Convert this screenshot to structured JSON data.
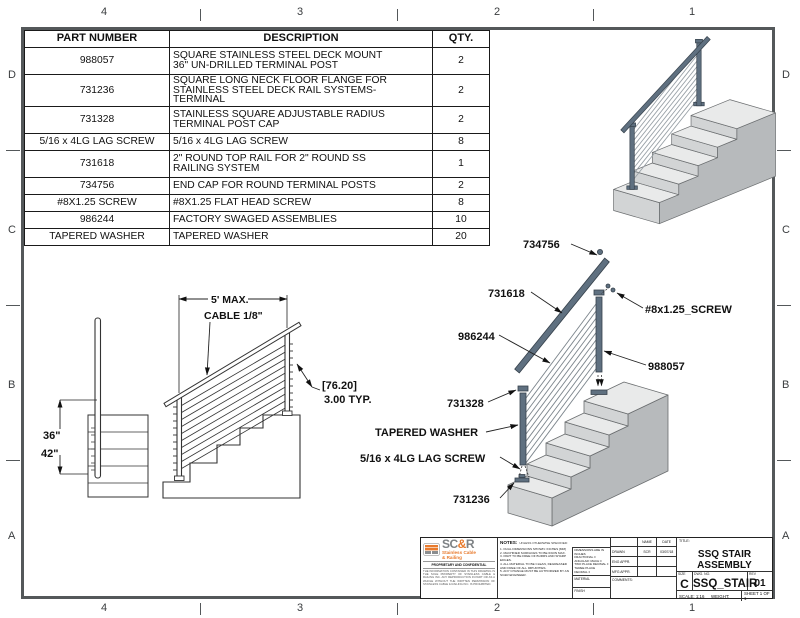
{
  "drawing": {
    "zone_cols": [
      "4",
      "3",
      "2",
      "1"
    ],
    "zone_rows": [
      "D",
      "C",
      "B",
      "A"
    ]
  },
  "parts_table": {
    "headers": {
      "part": "PART NUMBER",
      "desc": "DESCRIPTION",
      "qty": "QTY."
    },
    "rows": [
      {
        "part": "988057",
        "desc": "SQUARE STAINLESS STEEL DECK MOUNT\n36\" UN-DRILLED TERMINAL POST",
        "qty": "2"
      },
      {
        "part": "731236",
        "desc": "SQUARE LONG NECK FLOOR FLANGE FOR\nSTAINLESS STEEL DECK RAIL SYSTEMS-\nTERMINAL",
        "qty": "2"
      },
      {
        "part": "731328",
        "desc": "STAINLESS SQUARE ADJUSTABLE RADIUS\nTERMINAL POST CAP",
        "qty": "2"
      },
      {
        "part": "5/16 x 4LG LAG SCREW",
        "desc": "5/16 x 4LG LAG SCREW",
        "qty": "8"
      },
      {
        "part": "731618",
        "desc": "2\" ROUND TOP RAIL FOR 2\" ROUND SS\nRAILING SYSTEM",
        "qty": "1"
      },
      {
        "part": "734756",
        "desc": "END CAP FOR ROUND TERMINAL POSTS",
        "qty": "2"
      },
      {
        "part": "#8X1.25 SCREW",
        "desc": "#8X1.25 FLAT HEAD SCREW",
        "qty": "8"
      },
      {
        "part": "986244",
        "desc": "FACTORY SWAGED ASSEMBLIES",
        "qty": "10"
      },
      {
        "part": "TAPERED WASHER",
        "desc": "TAPERED WASHER",
        "qty": "20"
      }
    ]
  },
  "dimensions": {
    "width_max": "5' MAX.",
    "cable": "CABLE 1/8\"",
    "height_36": "36\"",
    "height_42": "42\"",
    "spacing_mm": "[76.20]",
    "spacing_in": "3.00  TYP."
  },
  "callouts": {
    "end_cap": "734756",
    "top_rail": "731618",
    "screw": "#8x1.25_SCREW",
    "swaged": "986244",
    "post": "988057",
    "post_cap": "731328",
    "washer": "TAPERED WASHER",
    "lag_screw": "5/16 x 4LG LAG SCREW",
    "flange": "731236"
  },
  "title_block": {
    "logo": {
      "brand_pre": "SC",
      "brand_amp": "&",
      "brand_post": "R",
      "sub1": "Stainless Cable",
      "sub2": "& Railing",
      "confidential": "PROPRIETARY AND CONFIDENTIAL",
      "legal": "THE INFORMATION CONTAINED IN THIS DRAWING IS THE SOLE PROPERTY OF STAINLESS CABLE & RAILING INC. ANY REPRODUCTION IN PART OR AS A WHOLE WITHOUT THE WRITTEN PERMISSION OF STAINLESS CABLE & RAILING INC. IS PROHIBITED."
    },
    "notes": {
      "label": "NOTES:",
      "qualifier": "UNLESS OTHERWISE SPECIFIED:",
      "items": "1. DUAL DIMENSIONS SHOWN: INCHES [MM]\n2. MACHINED SURFACES TO BE 63UIN MAX.\n3. PART TO BE FREE OF BURRS AND SHARP EDGES.\n4. ALL MATERIAL TO BE CLEAN, DEGREASED AND FREE OF ALL IMPURITIES.\n5. ANY CHANGE MUST BE AUTHORIZED BY AN SC&R ENGINEER."
    },
    "tolerances": {
      "lines": "DIMENSIONS ARE IN INCHES\nFRACTIONAL ±\nANGULAR: MACH ±\nTWO PLACE DECIMAL ±\nTHREE PLACE DECIMAL ±",
      "material_label": "MATERIAL",
      "finish_label": "FINISH"
    },
    "approvals": {
      "name_header": "NAME",
      "date_header": "DATE",
      "drawn_label": "DRAWN",
      "drawn_name": "SCR",
      "drawn_date": "03/07/18",
      "eng_label": "ENG APPR.",
      "mfg_label": "MFG APPR.",
      "comments_label": "COMMENTS:"
    },
    "title_label": "TITLE:",
    "title": "SSQ STAIR ASSEMBLY",
    "size_label": "SIZE",
    "size": "C",
    "dwg_label": "DWG.  NO.",
    "dwg_no": "SSQ_STAIR",
    "rev_label": "REV",
    "rev": "01",
    "scale": "SCALE: 1:16",
    "weight": "WEIGHT:",
    "sheet": "SHEET 1 OF 1"
  }
}
